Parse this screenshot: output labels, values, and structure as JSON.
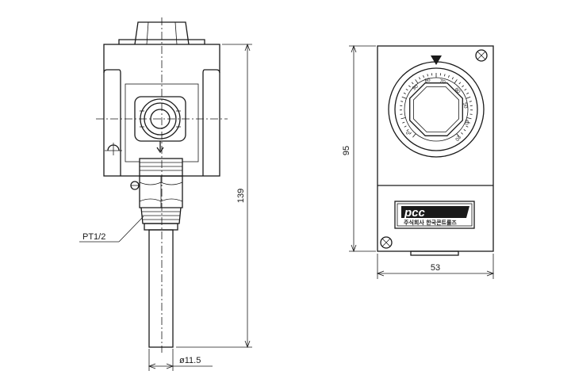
{
  "dimensions": {
    "overall_height": "139",
    "probe_diameter": "ø11.5",
    "thread": "PT1/2",
    "front_height": "95",
    "front_width": "53"
  },
  "dial": {
    "scale_labels": [
      "0",
      "20",
      "40",
      "50",
      "60",
      "70",
      "80",
      "90"
    ]
  },
  "nameplate": {
    "brand": "pcc",
    "company": "주식회사 한국콘트롤즈"
  },
  "colors": {
    "line": "#1a1a1a",
    "background": "#ffffff"
  }
}
